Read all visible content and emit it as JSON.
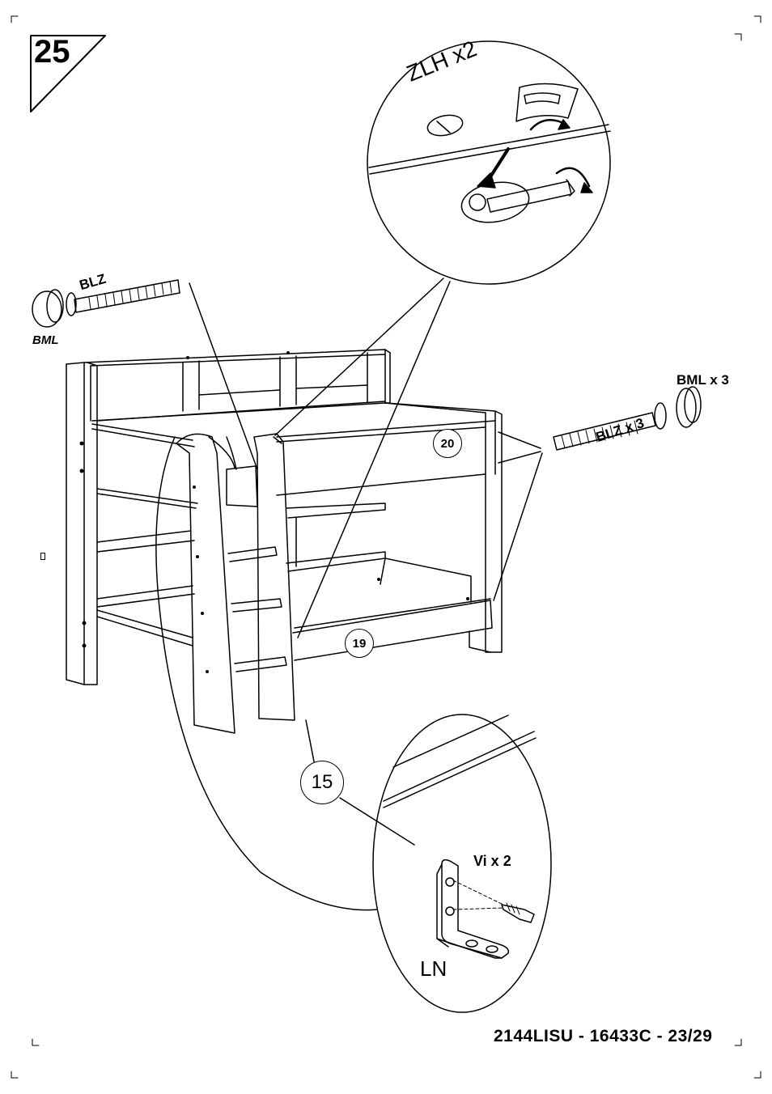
{
  "step": {
    "number": "25"
  },
  "detail_top": {
    "label": "ZLH x2"
  },
  "hardware": {
    "blz_left": "BLZ",
    "bml_left": "BML",
    "bml_right": "BML x 3",
    "blz_right": "BLZ x 3"
  },
  "callouts": {
    "panel_top": "20",
    "panel_bottom": "19",
    "bracket": "15"
  },
  "detail_bottom": {
    "screws": "Vi  x  2",
    "bracket": "LN"
  },
  "footer": {
    "reference": "2144LISU  -  16433C  -  23/29"
  }
}
